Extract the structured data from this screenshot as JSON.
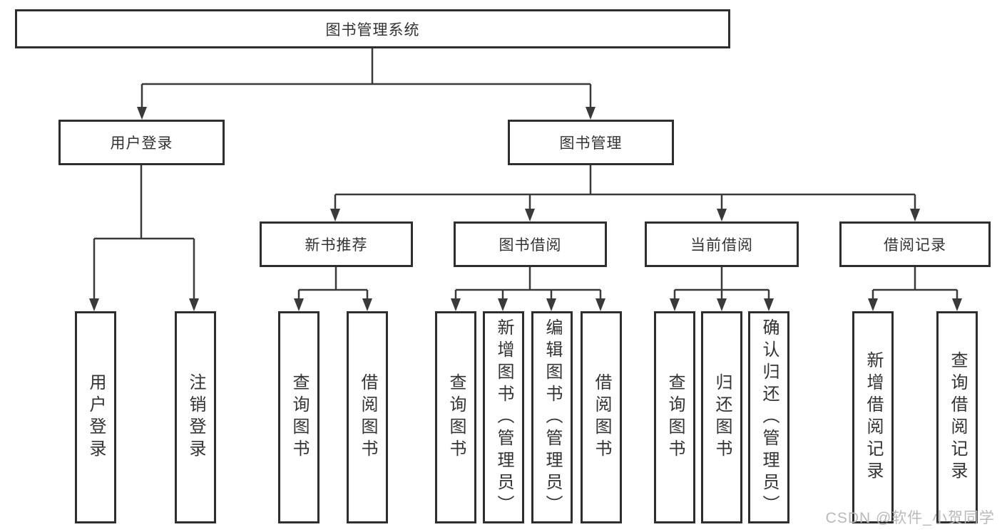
{
  "tree": {
    "root": {
      "label": "图书管理系统"
    },
    "branches": [
      {
        "label": "用户登录",
        "children": [
          {
            "label": "用户登录"
          },
          {
            "label": "注销登录"
          }
        ]
      },
      {
        "label": "图书管理",
        "children": [
          {
            "label": "新书推荐",
            "children": [
              {
                "label": "查询图书"
              },
              {
                "label": "借阅图书"
              }
            ]
          },
          {
            "label": "图书借阅",
            "children": [
              {
                "label": "查询图书"
              },
              {
                "label": "新增图书（管理员）"
              },
              {
                "label": "编辑图书（管理员）"
              },
              {
                "label": "借阅图书"
              }
            ]
          },
          {
            "label": "当前借阅",
            "children": [
              {
                "label": "查询图书"
              },
              {
                "label": "归还图书"
              },
              {
                "label": "确认归还（管理员）"
              }
            ]
          },
          {
            "label": "借阅记录",
            "children": [
              {
                "label": "新增借阅记录"
              },
              {
                "label": "查询借阅记录"
              }
            ]
          }
        ]
      }
    ]
  },
  "watermark": {
    "text": "CSDN @软件_小贺同学"
  },
  "colors": {
    "line": "#3a3a3a",
    "border": "#2e2e2e",
    "text": "#333333",
    "watermark": "#b9b9b9"
  }
}
